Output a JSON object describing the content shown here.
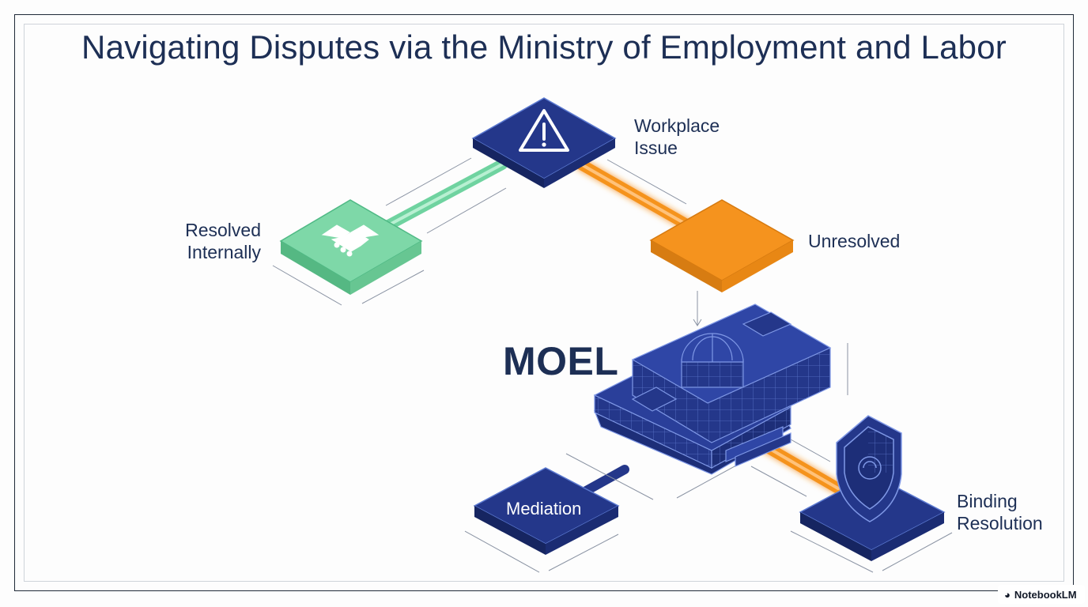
{
  "title": "Navigating Disputes via the Ministry of Employment and Labor",
  "nodes": {
    "workplace_issue": "Workplace\nIssue",
    "resolved_internally": "Resolved\nInternally",
    "unresolved": "Unresolved",
    "moel": "MOEL",
    "mediation": "Mediation",
    "binding_resolution": "Binding\nResolution"
  },
  "icons": {
    "issue": "warning-triangle-icon",
    "resolved": "handshake-icon",
    "moel": "government-building-icon",
    "binding": "shield-icon"
  },
  "colors": {
    "navy": "#1d2f55",
    "node_blue": "#24378a",
    "green": "#7ed8a8",
    "orange": "#f5931e"
  },
  "watermark": "NotebookLM"
}
